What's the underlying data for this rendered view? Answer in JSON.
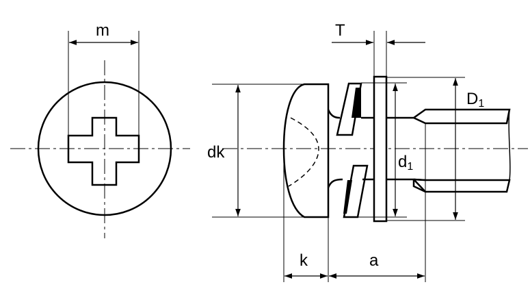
{
  "labels": {
    "m": "m",
    "T": "T",
    "D1": "D",
    "D1_sub": "1",
    "d1": "d",
    "d1_sub": "1",
    "dk": "dk",
    "k": "k",
    "a": "a"
  },
  "colors": {
    "line": "#000000",
    "background": "#ffffff"
  }
}
